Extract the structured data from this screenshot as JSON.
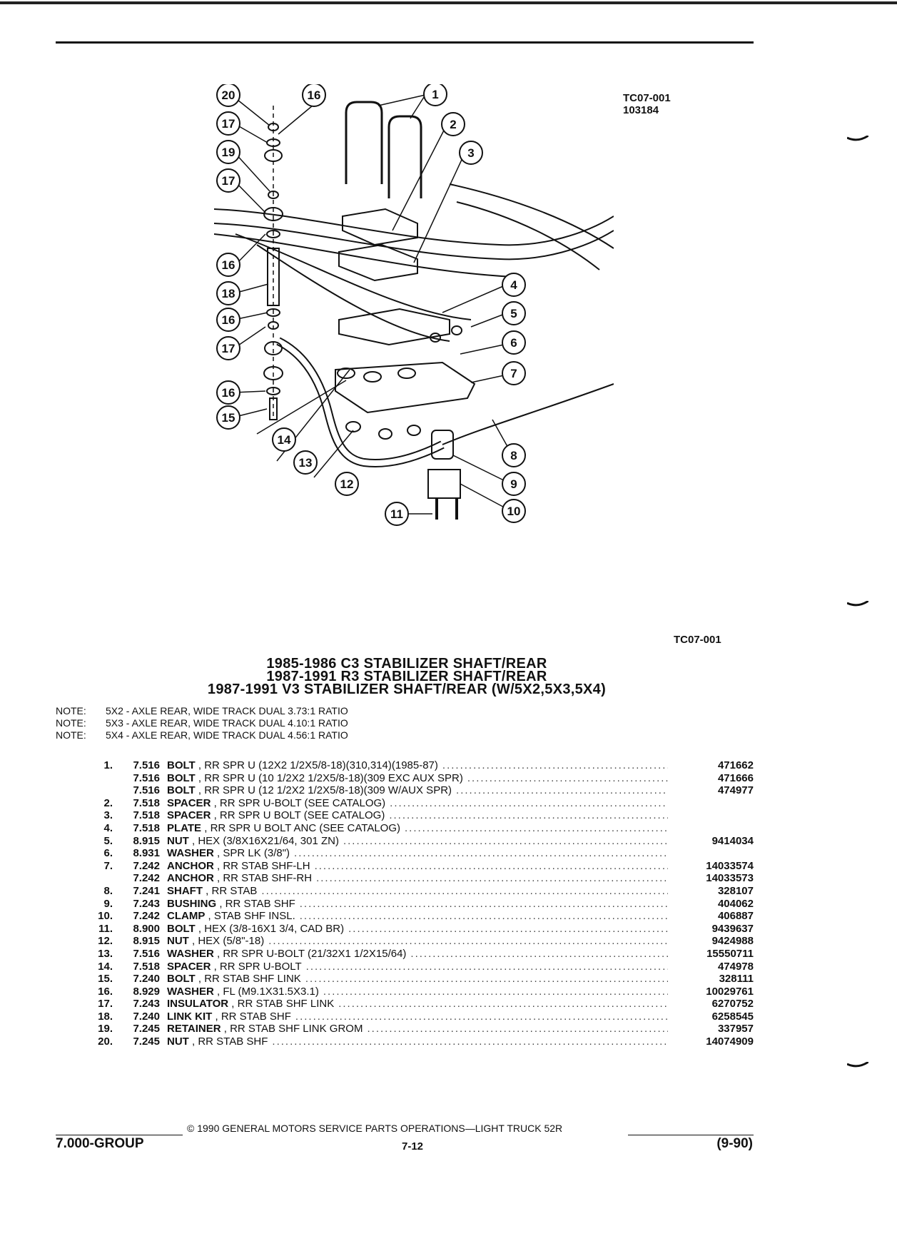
{
  "header": {
    "ref_code_top": "TC07-001",
    "ref_code_top_2": "103184",
    "ref_code_bottom": "TC07-001"
  },
  "titles": [
    "1985-1986 C3 STABILIZER SHAFT/REAR",
    "1987-1991 R3 STABILIZER SHAFT/REAR",
    "1987-1991 V3 STABILIZER SHAFT/REAR (W/5X2,5X3,5X4)"
  ],
  "notes": [
    {
      "label": "NOTE:",
      "text": "5X2 - AXLE REAR, WIDE TRACK DUAL 3.73:1 RATIO"
    },
    {
      "label": "NOTE:",
      "text": "5X3 - AXLE REAR, WIDE TRACK DUAL 4.10:1 RATIO"
    },
    {
      "label": "NOTE:",
      "text": "5X4 - AXLE REAR, WIDE TRACK DUAL 4.56:1 RATIO"
    }
  ],
  "parts": [
    {
      "num": "1.",
      "group": "7.516",
      "name": "BOLT",
      "detail": " , RR SPR U (12X2 1/2X5/8-18)(310,314)(1985-87)",
      "pn": "471662"
    },
    {
      "num": "",
      "group": "7.516",
      "name": "BOLT",
      "detail": " , RR SPR U (10 1/2X2 1/2X5/8-18)(309 EXC AUX SPR)",
      "pn": "471666"
    },
    {
      "num": "",
      "group": "7.516",
      "name": "BOLT",
      "detail": " , RR SPR U (12 1/2X2 1/2X5/8-18)(309 W/AUX SPR)",
      "pn": "474977"
    },
    {
      "num": "2.",
      "group": "7.518",
      "name": "SPACER",
      "detail": " , RR SPR U-BOLT (SEE CATALOG)",
      "pn": ""
    },
    {
      "num": "3.",
      "group": "7.518",
      "name": "SPACER",
      "detail": " , RR SPR U BOLT (SEE CATALOG)",
      "pn": ""
    },
    {
      "num": "4.",
      "group": "7.518",
      "name": "PLATE",
      "detail": " , RR SPR U BOLT ANC (SEE CATALOG)",
      "pn": ""
    },
    {
      "num": "5.",
      "group": "8.915",
      "name": "NUT",
      "detail": " , HEX (3/8X16X21/64, 301 ZN)",
      "pn": "9414034"
    },
    {
      "num": "6.",
      "group": "8.931",
      "name": "WASHER",
      "detail": " , SPR LK (3/8\")",
      "pn": ""
    },
    {
      "num": "7.",
      "group": "7.242",
      "name": "ANCHOR",
      "detail": " , RR STAB SHF-LH",
      "pn": "14033574"
    },
    {
      "num": "",
      "group": "7.242",
      "name": "ANCHOR",
      "detail": " , RR STAB SHF-RH",
      "pn": "14033573"
    },
    {
      "num": "8.",
      "group": "7.241",
      "name": "SHAFT",
      "detail": " , RR STAB",
      "pn": "328107"
    },
    {
      "num": "9.",
      "group": "7.243",
      "name": "BUSHING",
      "detail": " , RR STAB SHF",
      "pn": "404062"
    },
    {
      "num": "10.",
      "group": "7.242",
      "name": "CLAMP",
      "detail": " , STAB SHF INSL.",
      "pn": "406887"
    },
    {
      "num": "11.",
      "group": "8.900",
      "name": "BOLT",
      "detail": " , HEX (3/8-16X1 3/4, CAD BR)",
      "pn": "9439637"
    },
    {
      "num": "12.",
      "group": "8.915",
      "name": "NUT",
      "detail": " , HEX (5/8\"-18)",
      "pn": "9424988"
    },
    {
      "num": "13.",
      "group": "7.516",
      "name": "WASHER",
      "detail": " , RR SPR U-BOLT (21/32X1 1/2X15/64)",
      "pn": "15550711"
    },
    {
      "num": "14.",
      "group": "7.518",
      "name": "SPACER",
      "detail": " , RR SPR U-BOLT",
      "pn": "474978"
    },
    {
      "num": "15.",
      "group": "7.240",
      "name": "BOLT",
      "detail": " , RR STAB SHF LINK",
      "pn": "328111"
    },
    {
      "num": "16.",
      "group": "8.929",
      "name": "WASHER",
      "detail": " , FL (M9.1X31.5X3.1)",
      "pn": "10029761"
    },
    {
      "num": "17.",
      "group": "7.243",
      "name": "INSULATOR",
      "detail": " , RR STAB SHF LINK",
      "pn": "6270752"
    },
    {
      "num": "18.",
      "group": "7.240",
      "name": "LINK KIT",
      "detail": " , RR STAB SHF",
      "pn": "6258545"
    },
    {
      "num": "19.",
      "group": "7.245",
      "name": "RETAINER",
      "detail": " , RR STAB SHF LINK GROM",
      "pn": "337957"
    },
    {
      "num": "20.",
      "group": "7.245",
      "name": "NUT",
      "detail": " , RR STAB SHF",
      "pn": "14074909"
    }
  ],
  "callouts": [
    "1",
    "2",
    "3",
    "4",
    "5",
    "6",
    "7",
    "8",
    "9",
    "10",
    "11",
    "12",
    "13",
    "14",
    "15",
    "16",
    "16",
    "16",
    "16",
    "17",
    "17",
    "17",
    "18",
    "19",
    "20"
  ],
  "footer": {
    "group": "7.000-GROUP",
    "copyright": "© 1990 GENERAL MOTORS SERVICE PARTS OPERATIONS—LIGHT TRUCK 52R",
    "page": "7-12",
    "date": "(9-90)"
  }
}
